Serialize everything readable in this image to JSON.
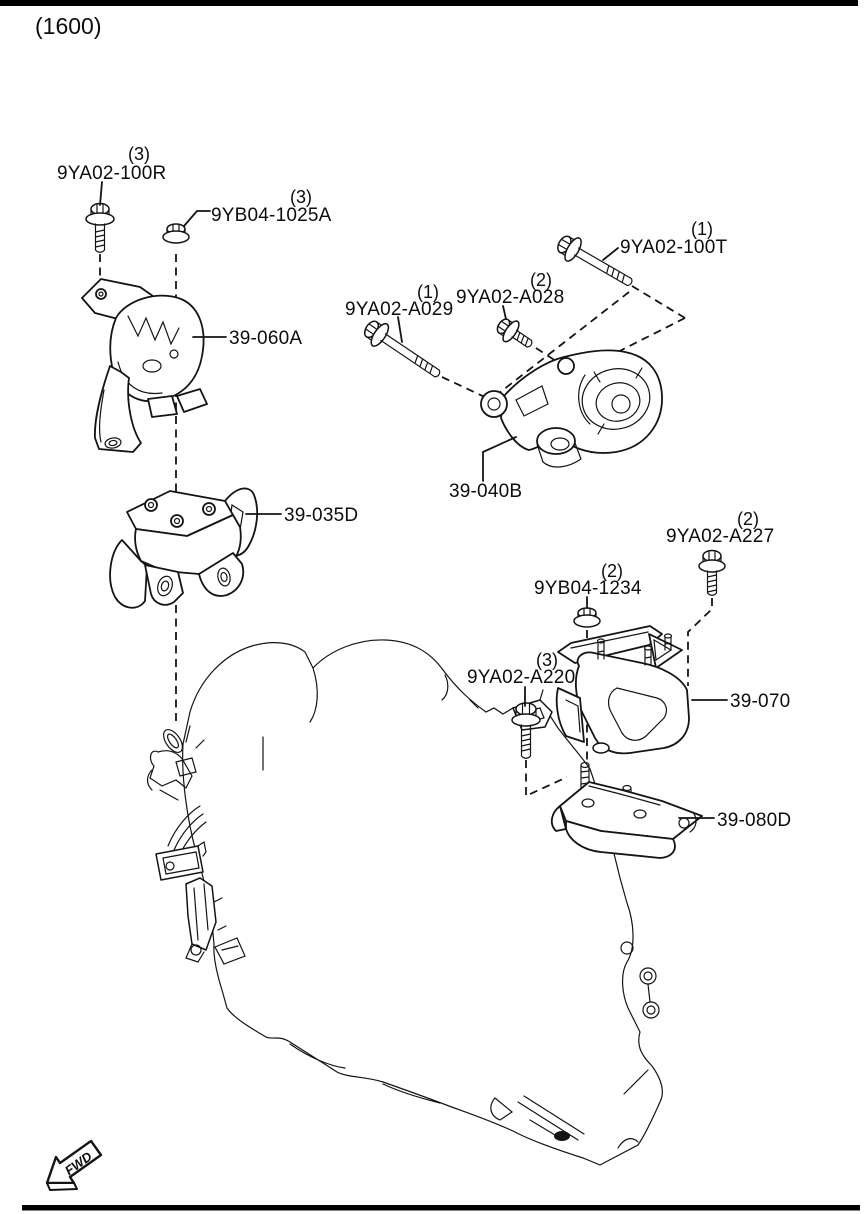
{
  "page": {
    "displacement_code": "(1600)",
    "fwd_label": "FWD"
  },
  "colors": {
    "line": "#141414",
    "background": "#ffffff",
    "bar": "#000000"
  },
  "callouts": {
    "bolt_9YA02_100R": {
      "qty": "(3)",
      "code": "9YA02-100R"
    },
    "nut_9YB04_1025A": {
      "qty": "(3)",
      "code": "9YB04-1025A"
    },
    "mount_39_060A": {
      "code": "39-060A"
    },
    "bolt_9YA02_100T": {
      "qty": "(1)",
      "code": "9YA02-100T"
    },
    "bolt_9YA02_A028": {
      "qty": "(2)",
      "code": "9YA02-A028"
    },
    "bolt_9YA02_A029": {
      "qty": "(1)",
      "code": "9YA02-A029"
    },
    "rod_39_040B": {
      "code": "39-040B"
    },
    "bracket_39_035D": {
      "code": "39-035D"
    },
    "bolt_9YA02_A227": {
      "qty": "(2)",
      "code": "9YA02-A227"
    },
    "nut_9YB04_1234": {
      "qty": "(2)",
      "code": "9YB04-1234"
    },
    "bolt_9YA02_A220": {
      "qty": "(3)",
      "code": "9YA02-A220"
    },
    "mount_39_070": {
      "code": "39-070"
    },
    "bracket_39_080D": {
      "code": "39-080D"
    }
  }
}
